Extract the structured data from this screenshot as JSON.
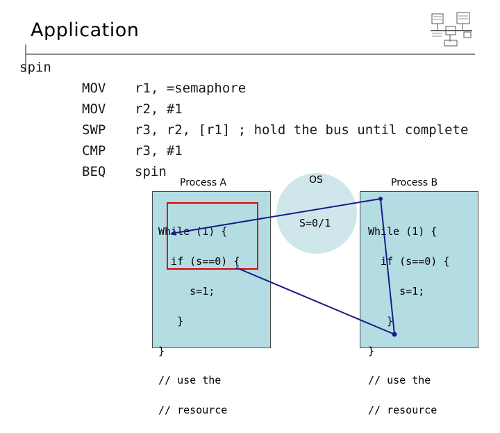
{
  "title": "Application",
  "label": "spin",
  "instructions": [
    {
      "op": "MOV",
      "args": "r1, =semaphore"
    },
    {
      "op": "MOV",
      "args": "r2, #1"
    },
    {
      "op": "SWP",
      "args": "r3, r2, [r1] ; hold the bus until complete"
    },
    {
      "op": "CMP",
      "args": "r3, #1"
    },
    {
      "op": "BEQ",
      "args": "spin"
    }
  ],
  "process_a": {
    "title": "Process A",
    "code": [
      "While (1) {",
      "  if (s==0) {",
      "     s=1;",
      "   }",
      "}",
      "// use the",
      "// resource"
    ]
  },
  "os": {
    "label": "OS",
    "value": "S=0/1"
  },
  "process_b": {
    "title": "Process B",
    "code": [
      "While (1) {",
      "  if (s==0) {",
      "     s=1;",
      "   }",
      "}",
      "// use the",
      "// resource"
    ]
  },
  "colors": {
    "box_fill": "#b3dde3",
    "os_fill": "#cfe6ea",
    "highlight": "#e00000",
    "arrow": "#1a1a8a"
  }
}
